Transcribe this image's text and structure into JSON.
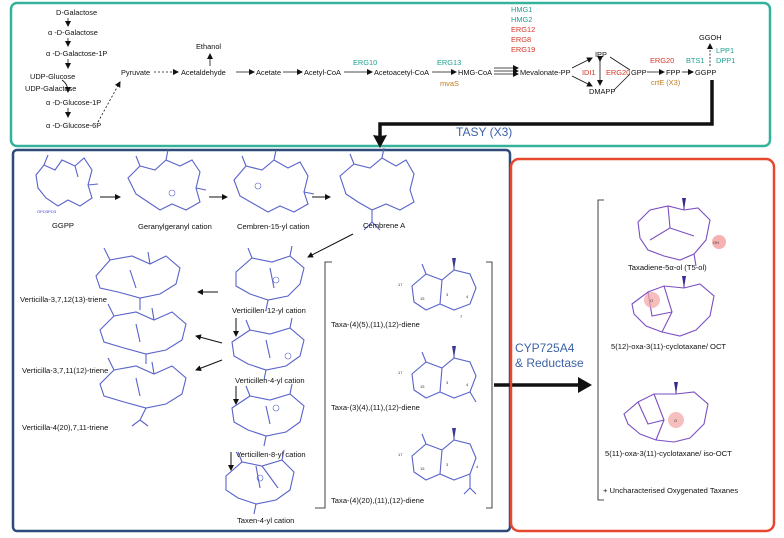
{
  "colors": {
    "teal_box": "#35b29a",
    "navy_box": "#2d4a7a",
    "red_box": "#e8472f",
    "green_text": "#1f9e8f",
    "red_text": "#d8352a",
    "orange_text": "#c07a1c",
    "blue_text": "#3d63a8",
    "molecule": "#5963c9",
    "oxygen_highlight": "#f4a3a3"
  },
  "pathway": {
    "sugars": [
      "D-Galactose",
      "α -D-Galactose",
      "α -D-Galactose-1P",
      "UDP-Glucose",
      "UDP-Galactose",
      "α -D-Glucose-1P",
      "α -D-Glucose-6P"
    ],
    "pyruvate": "Pyruvate",
    "ethanol": "Ethanol",
    "acetaldehyde": "Acetaldehyde",
    "acetate": "Acetate",
    "acetyl_coa": "Acetyl-CoA",
    "acetoacetyl_coa": "Acetoacetyl-CoA",
    "hmg_coa": "HMG-CoA",
    "mevalonate_pp": "Mevalonate-PP",
    "ipp": "IPP",
    "dmapp": "DMAPP",
    "gpp": "GPP",
    "fpp": "FPP",
    "ggpp": "GGPP",
    "ggoh": "GGOH",
    "erg10": "ERG10",
    "erg13": "ERG13",
    "mvas": "mvaS",
    "hmg_green": [
      "HMG1",
      "HMG2"
    ],
    "hmg_red": [
      "ERG12",
      "ERG8",
      "ERG19"
    ],
    "idi1": "IDI1",
    "erg20_a": "ERG20",
    "erg20_b": "ERG20",
    "crte": "crtE  (X3)",
    "bts1": "BTS1",
    "lpp1": "LPP1",
    "dpp1": "DPP1"
  },
  "tasy": "TASY  (X3)",
  "cyclization": {
    "ggpp": "GGPP",
    "ggpp_group": "OPO3PO3",
    "geranylgeranyl": "Geranylgeranyl cation",
    "cembren15": "Cembren-15-yl cation",
    "cembrene_a": "Cembrene A",
    "v12_triene": "Verticilla-3,7,12(13)-triene",
    "v12_cation": "Verticillen-12-yl cation",
    "v11_triene": "Verticilla-3,7,11(12)-triene",
    "v4_cation": "Verticillen-4-yl cation",
    "v420_triene": "Verticilla-4(20),7,11-triene",
    "v8_cation": "Verticillen-8-yl cation",
    "taxen4": "Taxen-4-yl cation",
    "taxa_a": "Taxa-(4)(5),(11),(12)-diene",
    "taxa_b": "Taxa-(3)(4),(11),(12)-diene",
    "taxa_c": "Taxa-(4)(20),(11),(12)-diene"
  },
  "cyp": [
    "CYP725A4",
    "& Reductase"
  ],
  "products": {
    "t5ol": "Taxadiene-5α-ol (T5-ol)",
    "oct": "5(12)-oxa-3(11)-cyclotaxane/ OCT",
    "isooct": "5(11)-oxa-3(11)-cyclotaxane/ iso-OCT",
    "other": "+ Uncharacterised Oxygenated Taxanes",
    "oh": "OH",
    "o1": "O",
    "o2": "O"
  }
}
